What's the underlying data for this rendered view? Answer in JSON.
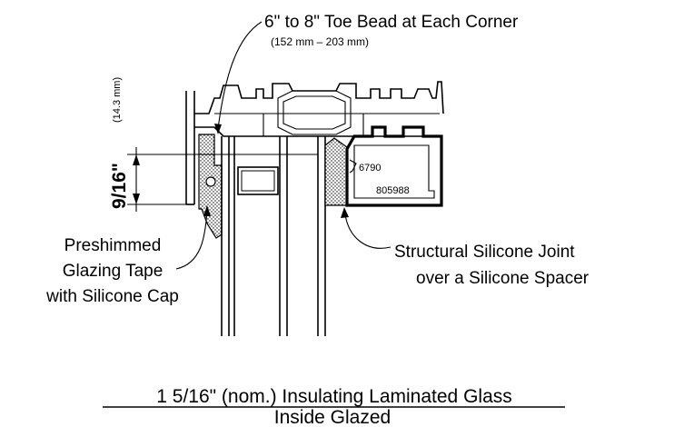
{
  "callouts": {
    "toe_bead": "6\" to 8\" Toe Bead at Each Corner",
    "toe_bead_metric": "(152 mm – 203 mm)",
    "tape_line1": "Preshimmed",
    "tape_line2": "Glazing Tape",
    "tape_line3": "with Silicone Cap",
    "joint_line1": "Structural Silicone Joint",
    "joint_line2": "over a Silicone Spacer"
  },
  "dimension": {
    "value": "9/16\"",
    "metric": "(14.3 mm)"
  },
  "part_numbers": {
    "spacer": "6790",
    "frame": "805988"
  },
  "caption": {
    "line1": "1 5/16\" (nom.) Insulating Laminated Glass",
    "line2": "Inside Glazed"
  }
}
